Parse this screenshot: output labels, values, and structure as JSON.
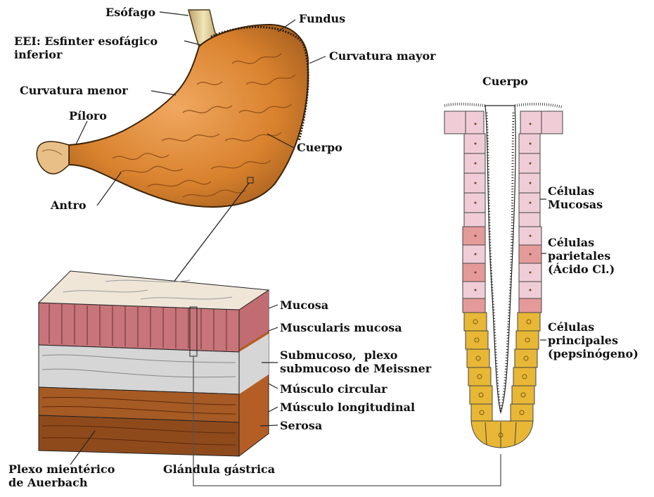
{
  "labels": {
    "esofago": "Esófago",
    "fundus": "Fundus",
    "eei_1": "EEI: Esfinter esofágico",
    "eei_2": "inferior",
    "curvatura_mayor": "Curvatura mayor",
    "curvatura_menor": "Curvatura menor",
    "piloro": "Píloro",
    "cuerpo_estomago": "Cuerpo",
    "antro": "Antro",
    "cuerpo_glandula": "Cuerpo",
    "celulas_mucosas_1": "Células",
    "celulas_mucosas_2": "Mucosas",
    "celulas_parietales_1": "Células",
    "celulas_parietales_2": "parietales",
    "celulas_parietales_3": "(Ácido Cl.)",
    "celulas_principales_1": "Células",
    "celulas_principales_2": "principales",
    "celulas_principales_3": "(pepsinógeno)",
    "mucosa": "Mucosa",
    "muscularis_mucosa": "Muscularis mucosa",
    "submucoso_1": "Submucoso,  plexo",
    "submucoso_2": "submucoso de Meissner",
    "musculo_circular": "Músculo circular",
    "musculo_longitudinal": "Músculo longitudinal",
    "serosa": "Serosa",
    "plexo_mienterico_1": "Plexo mientérico",
    "plexo_mienterico_2": "de Auerbach",
    "glandula_gastrica": "Glándula gástrica"
  },
  "colors": {
    "stomach": "#d9822e",
    "mucosa_layer": "#c7757a",
    "submucosa_layer": "#d6d6d6",
    "muscle_layer": "#a65a24",
    "mucous_cells": "#f0cdd6",
    "parietal_cells": "#e59a9a",
    "chief_cells": "#e7b735"
  }
}
